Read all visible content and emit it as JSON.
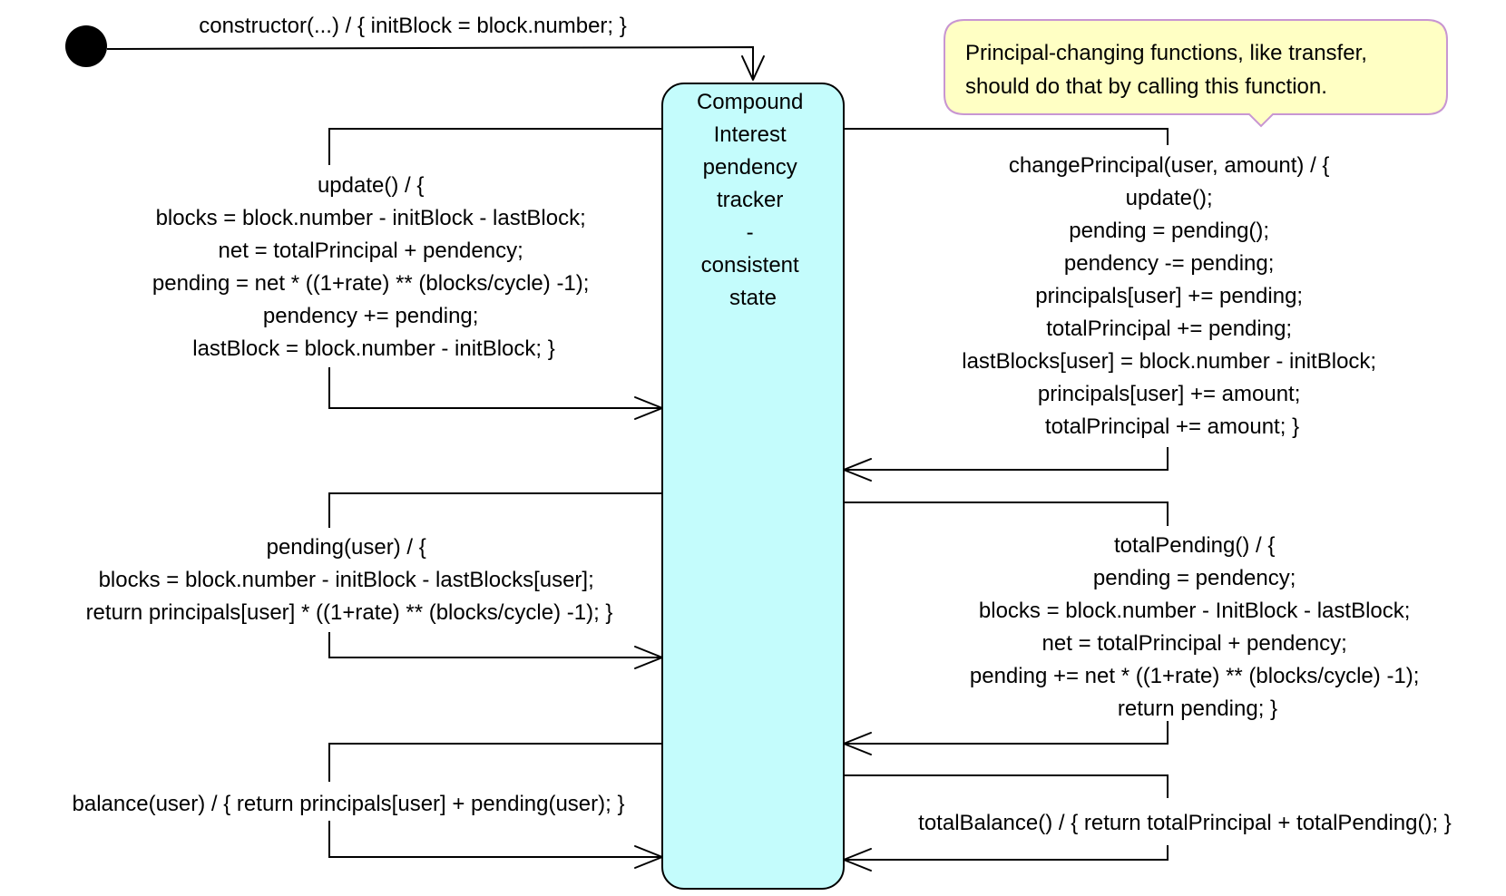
{
  "colors": {
    "state_fill": "#C4FCFC",
    "note_fill": "#FFFFC4",
    "note_border": "#C896D2",
    "line": "#000000"
  },
  "initial_transition": {
    "label": "constructor(...) / { initBlock = block.number; }"
  },
  "state": {
    "name_lines": [
      "Compound",
      "Interest",
      "pendency",
      "tracker",
      "-",
      "consistent",
      "state"
    ]
  },
  "note": {
    "lines": [
      "Principal-changing functions, like transfer,",
      "should do that by calling this function."
    ]
  },
  "transitions": {
    "update": {
      "lines": [
        "update() / {",
        "blocks = block.number - initBlock - lastBlock;",
        "net = totalPrincipal + pendency;",
        "pending = net * ((1+rate) ** (blocks/cycle) -1);",
        "pendency += pending;",
        "lastBlock = block.number - initBlock; }"
      ]
    },
    "pending": {
      "lines": [
        "pending(user) / {",
        "blocks = block.number - initBlock - lastBlocks[user];",
        "return principals[user] * ((1+rate) ** (blocks/cycle) -1); }"
      ]
    },
    "balance": {
      "lines": [
        "balance(user) / { return principals[user] + pending(user); }"
      ]
    },
    "change_principal": {
      "lines": [
        "changePrincipal(user, amount) / {",
        "update();",
        "pending = pending();",
        "pendency -= pending;",
        "principals[user] += pending;",
        "totalPrincipal += pending;",
        "lastBlocks[user] = block.number - initBlock;",
        "principals[user] += amount;",
        "totalPrincipal += amount; }"
      ]
    },
    "total_pending": {
      "lines": [
        "totalPending() / {",
        "pending = pendency;",
        "blocks = block.number - InitBlock - lastBlock;",
        "net = totalPrincipal + pendency;",
        "pending += net * ((1+rate) ** (blocks/cycle) -1);",
        "return pending; }"
      ]
    },
    "total_balance": {
      "lines": [
        "totalBalance() / { return totalPrincipal + totalPending(); }"
      ]
    }
  }
}
